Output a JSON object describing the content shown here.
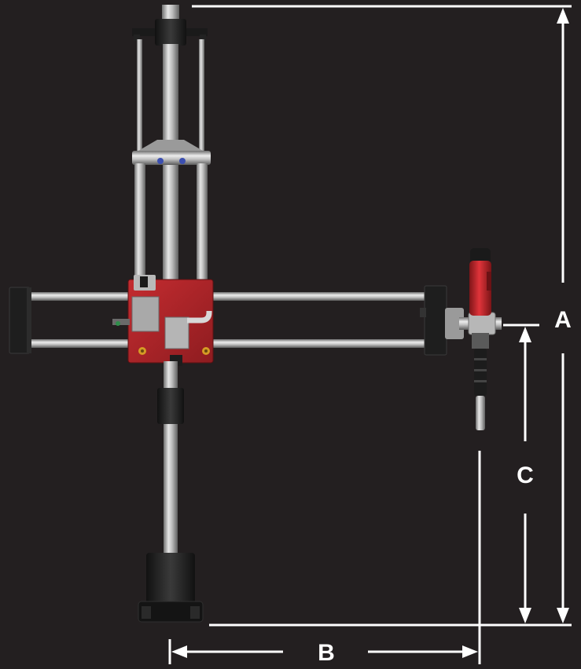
{
  "diagram": {
    "dimension_labels": {
      "a": "A",
      "b": "B",
      "c": "C"
    }
  },
  "colors": {
    "background": "#231f20",
    "dimension_lines": "#ffffff",
    "carriage_body": "#b3262b",
    "tool_body": "#c8262d",
    "rod_steel": "#bdbdbd",
    "dark_parts": "#1b1b1b",
    "endcaps": "#2a2a2a"
  }
}
